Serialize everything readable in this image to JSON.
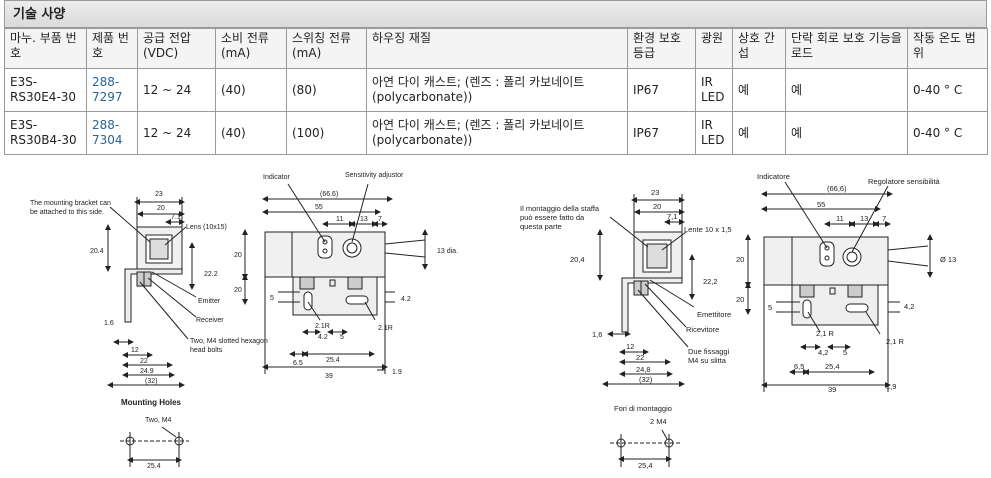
{
  "spec": {
    "title": "기술 사양",
    "columns": [
      "마누. 부품 번호",
      "제품 번호",
      "공급 전압 (VDC)",
      "소비 전류 (mA)",
      "스위칭 전류 (mA)",
      "하우징 재질",
      "환경 보호 등급",
      "광원",
      "상호 간섭",
      "단락 회로 보호 기능을로드",
      "작동 온도 범위"
    ],
    "rows": [
      {
        "mfr_part": "E3S-RS30E4-30",
        "product_no": "288-7297",
        "voltage": "12 ~ 24",
        "consumption": "(40)",
        "switching": "(80)",
        "housing": "아연 다이 캐스트; (렌즈 : 폴리 카보네이트 (polycarbonate))",
        "protection": "IP67",
        "light": "IR LED",
        "interference": "예",
        "short_circuit": "예",
        "temp": "0-40 ° C"
      },
      {
        "mfr_part": "E3S-RS30B4-30",
        "product_no": "288-7304",
        "voltage": "12 ~ 24",
        "consumption": "(40)",
        "switching": "(100)",
        "housing": "아연 다이 캐스트; (렌즈 : 폴리 카보네이트 (polycarbonate))",
        "protection": "IP67",
        "light": "IR LED",
        "interference": "예",
        "short_circuit": "예",
        "temp": "0-40 ° C"
      }
    ]
  },
  "diagram_en": {
    "bracket_note": [
      "The mounting bracket can",
      "be attached to this side."
    ],
    "lens": "Lens (10x15)",
    "emitter": "Emitter",
    "receiver": "Receiver",
    "bolts": [
      "Two, M4 slotted hexagon",
      "head bolts"
    ],
    "indicator": "Indicator",
    "sensitivity": "Sensitivity adjustor",
    "dia": "13 dia.",
    "mounting_holes": "Mounting Holes",
    "two_m4": "Two, M4",
    "dims": {
      "d23": "23",
      "d20": "20",
      "d7_1": "7.1",
      "d20_4": "20.4",
      "d22_2": "22.2",
      "d1_6": "1.6",
      "d12": "12",
      "d22": "22",
      "d24_9": "24.9",
      "d32": "(32)",
      "d66_6": "(66.6)",
      "d55": "55",
      "d11": "11",
      "d13": "13",
      "d7": "7",
      "d20a": "20",
      "d20b": "20",
      "d5": "5",
      "d4_2": "4.2",
      "d2_1r": "2.1R",
      "d4_2b": "4.2",
      "d5b": "5",
      "d2_1r_b": "2.1R",
      "d6_5": "6.5",
      "d25_4": "25.4",
      "d39": "39",
      "d1_9": "1.9",
      "d25_4b": "25.4"
    }
  },
  "diagram_it": {
    "bracket_note": [
      "Il montaggio della staffa",
      "può essere fatto da",
      "questa parte"
    ],
    "lens": "Lente 10 x 1,5",
    "emitter": "Emettitore",
    "receiver": "Ricevitore",
    "bolts": [
      "Due fissaggi",
      "M4 su slitta"
    ],
    "indicator": "Indicatore",
    "sensitivity": "Regolatore sensibilità",
    "dia": "Ø 13",
    "mounting_holes": "Fori di montaggio",
    "two_m4": "2 M4",
    "dims": {
      "d23": "23",
      "d20": "20",
      "d7_1": "7,1",
      "d20_4": "20,4",
      "d22_2": "22,2",
      "d1_6": "1,6",
      "d12": "12",
      "d22": "22",
      "d24_8": "24,8",
      "d32": "(32)",
      "d66_6": "(66,6)",
      "d55": "55",
      "d11": "11",
      "d13": "13",
      "d7": "7",
      "d20a": "20",
      "d20b": "20",
      "d5": "5",
      "d4_2": "4,2",
      "d2_1r": "2,1 R",
      "d4_2b": "4,2",
      "d5b": "5",
      "d2_1r_b": "2,1 R",
      "d6_5": "6,5",
      "d25_4": "25,4",
      "d39": "39",
      "d1_9": "1,9",
      "d25_4b": "25,4"
    }
  }
}
